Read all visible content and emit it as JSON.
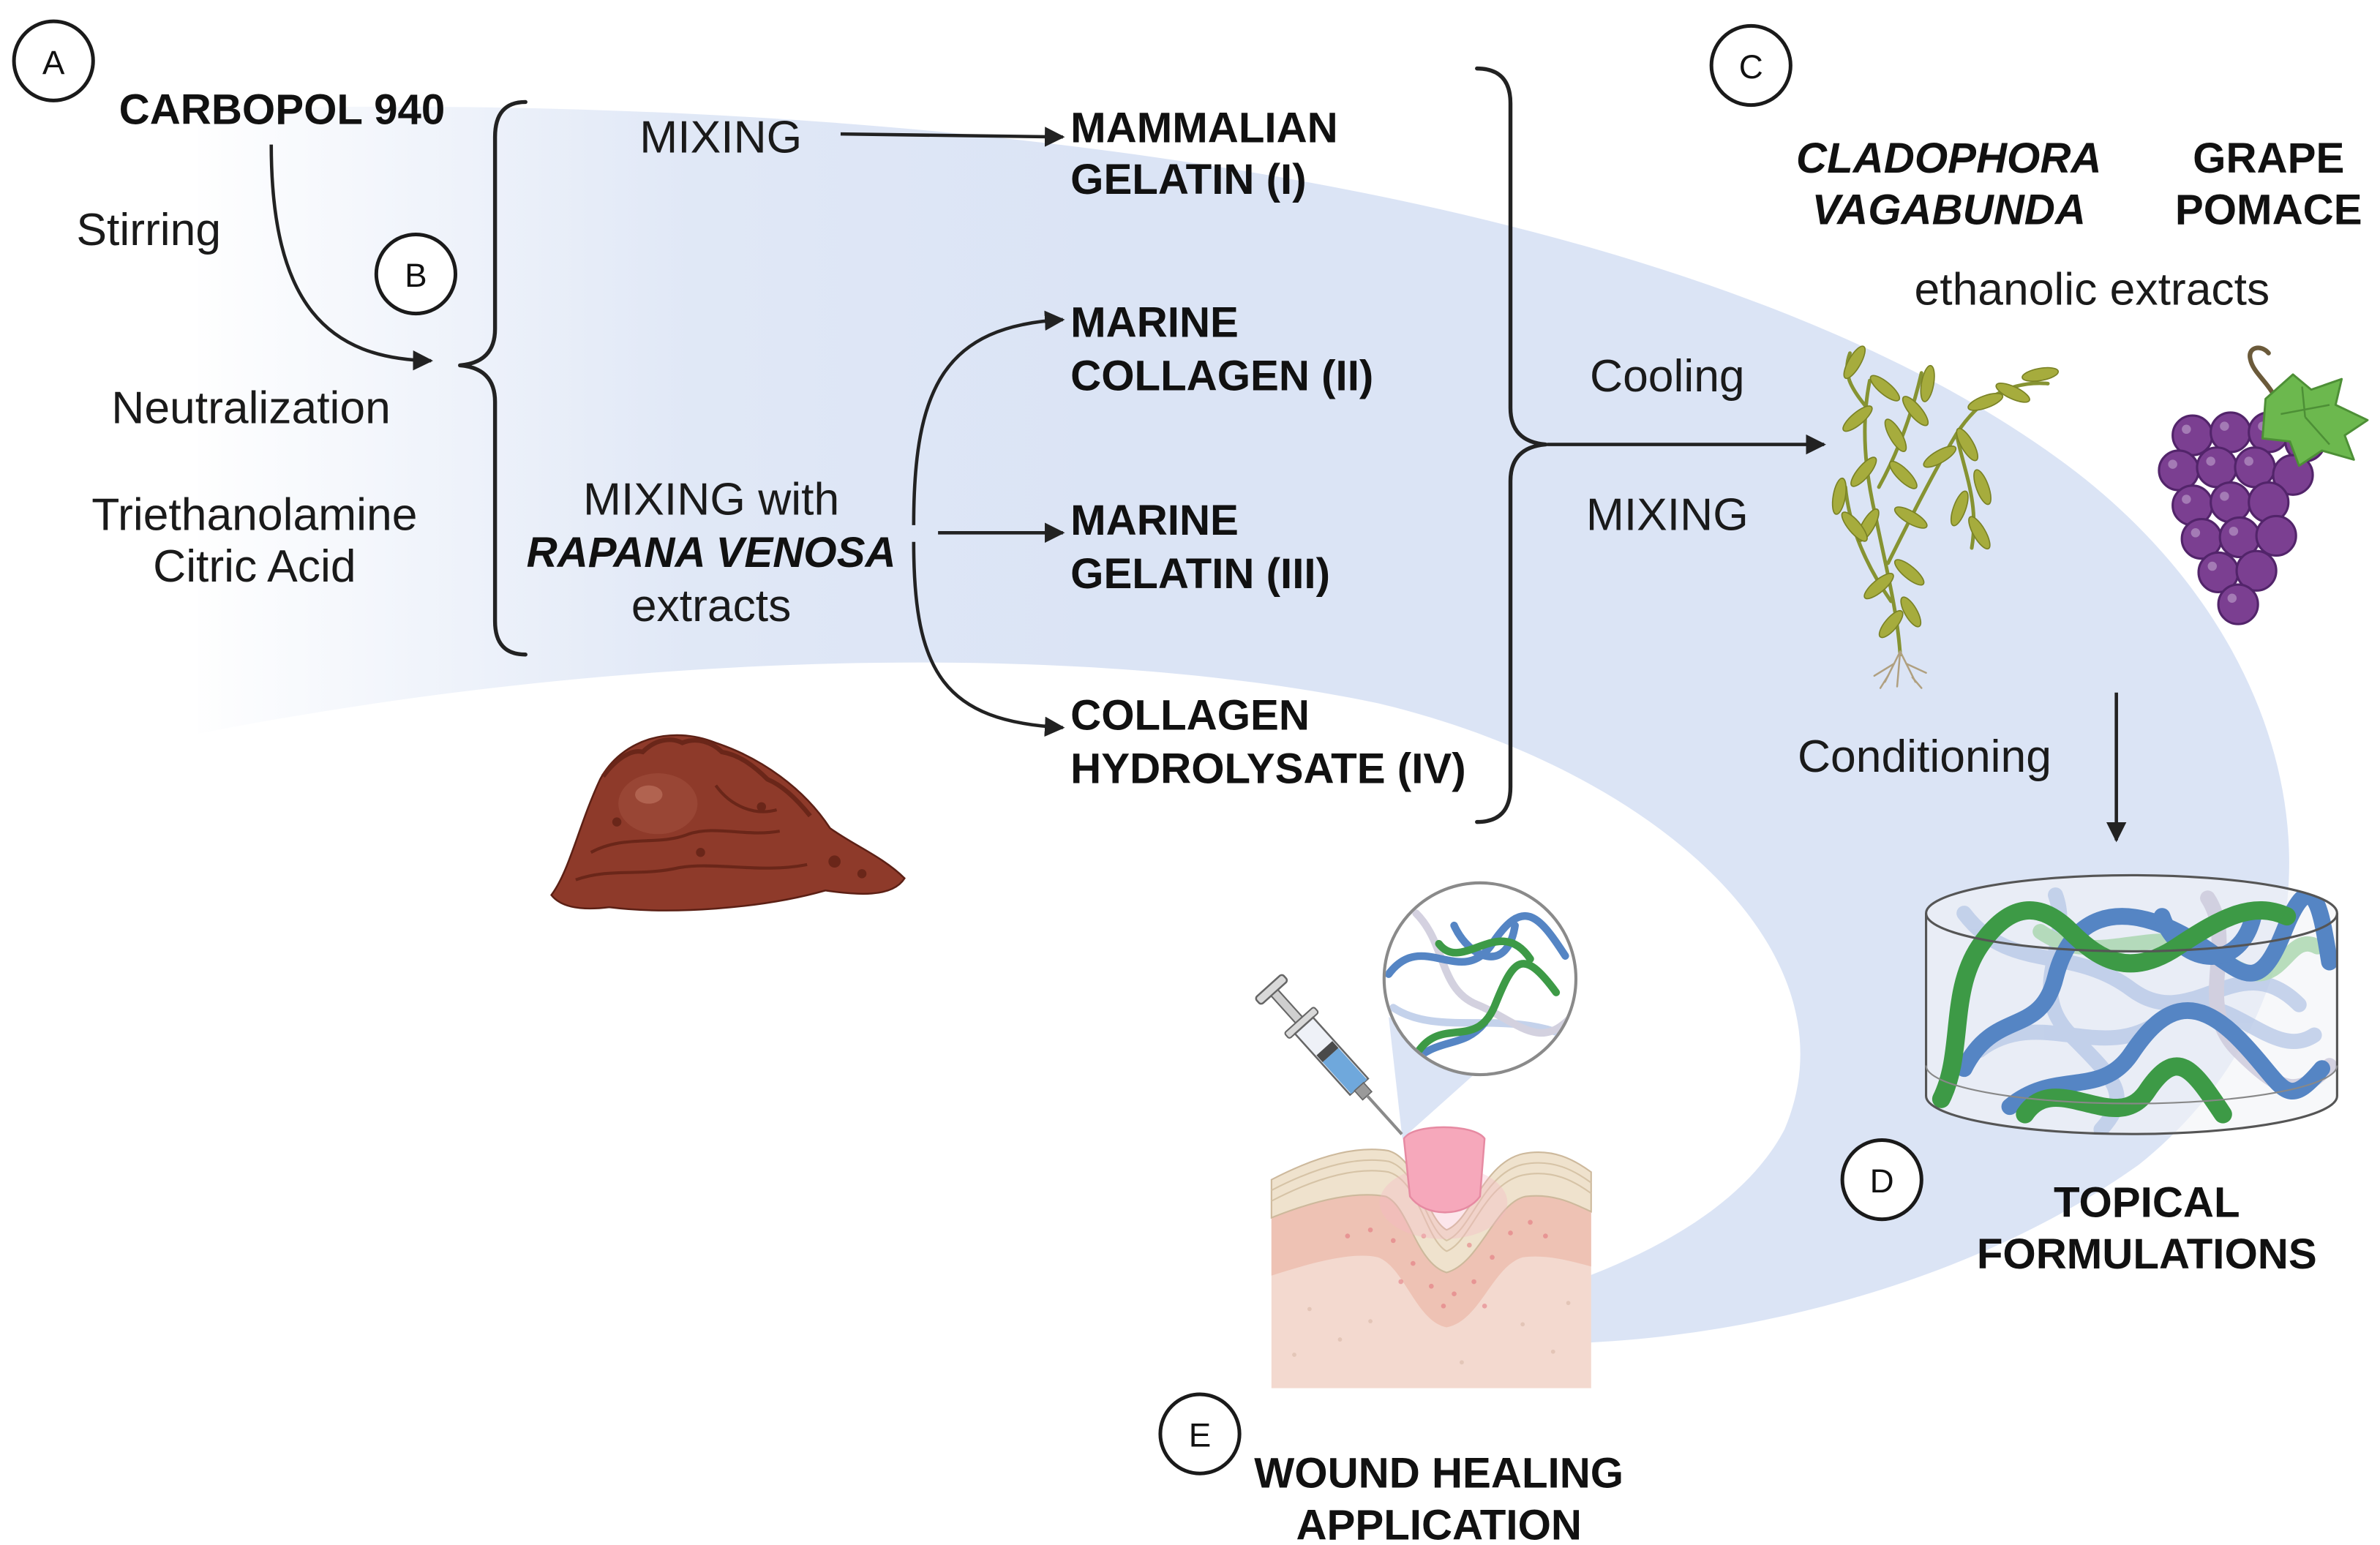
{
  "steps": {
    "a": {
      "marker": "A",
      "title": "CARBOPOL 940",
      "stirring": "Stirring",
      "neutralization": "Neutralization",
      "reagent_1": "Triethanolamine",
      "reagent_2": "Citric Acid"
    },
    "b": {
      "marker": "B",
      "mixing": "MIXING",
      "mixing_with": "MIXING with",
      "extract_source": "RAPANA VENOSA",
      "extracts": "extracts",
      "products": [
        {
          "line1": "MAMMALIAN",
          "line2": "GELATIN (I)"
        },
        {
          "line1": "MARINE",
          "line2": "COLLAGEN (II)"
        },
        {
          "line1": "MARINE",
          "line2": "GELATIN (III)"
        },
        {
          "line1": "COLLAGEN",
          "line2": "HYDROLYSATE (IV)"
        }
      ]
    },
    "c": {
      "marker": "C",
      "cooling": "Cooling",
      "mixing": "MIXING",
      "extract_1_line1": "CLADOPHORA",
      "extract_1_line2": "VAGABUNDA",
      "extract_2_line1": "GRAPE",
      "extract_2_line2": "POMACE",
      "extracts_note": "ethanolic extracts",
      "conditioning": "Conditioning"
    },
    "d": {
      "marker": "D",
      "line1": "TOPICAL",
      "line2": "FORMULATIONS"
    },
    "e": {
      "marker": "E",
      "line1": "WOUND HEALING",
      "line2": "APPLICATION"
    }
  },
  "illustrations": {
    "sea_snail": "rapana-venosa-icon",
    "algae": "cladophora-icon",
    "grapes": "grape-icon",
    "hydrogel": "hydrogel-cylinder-icon",
    "syringe": "syringe-icon",
    "skin": "wound-skin-icon",
    "magnifier": "magnified-network-icon"
  },
  "colors": {
    "text": "#1a1a1a",
    "swoosh": "#dbe4f5",
    "rapana": "#8e3a2a",
    "rapana_dark": "#6a2619",
    "algae_leaf": "#a6ac3d",
    "algae_stem": "#869332",
    "grape": "#7b3f91",
    "grape_leaf": "#6cb84e",
    "strand_blue": "#5585c4",
    "strand_green": "#3d9a46",
    "strand_blue_faded": "#b6c7e6",
    "strand_green_faded": "#a3d4a8",
    "gel": "#f6a8bb",
    "skin": "#f3d9cf",
    "epidermis": "#efe2cd",
    "dermis": "#eec2b4"
  }
}
